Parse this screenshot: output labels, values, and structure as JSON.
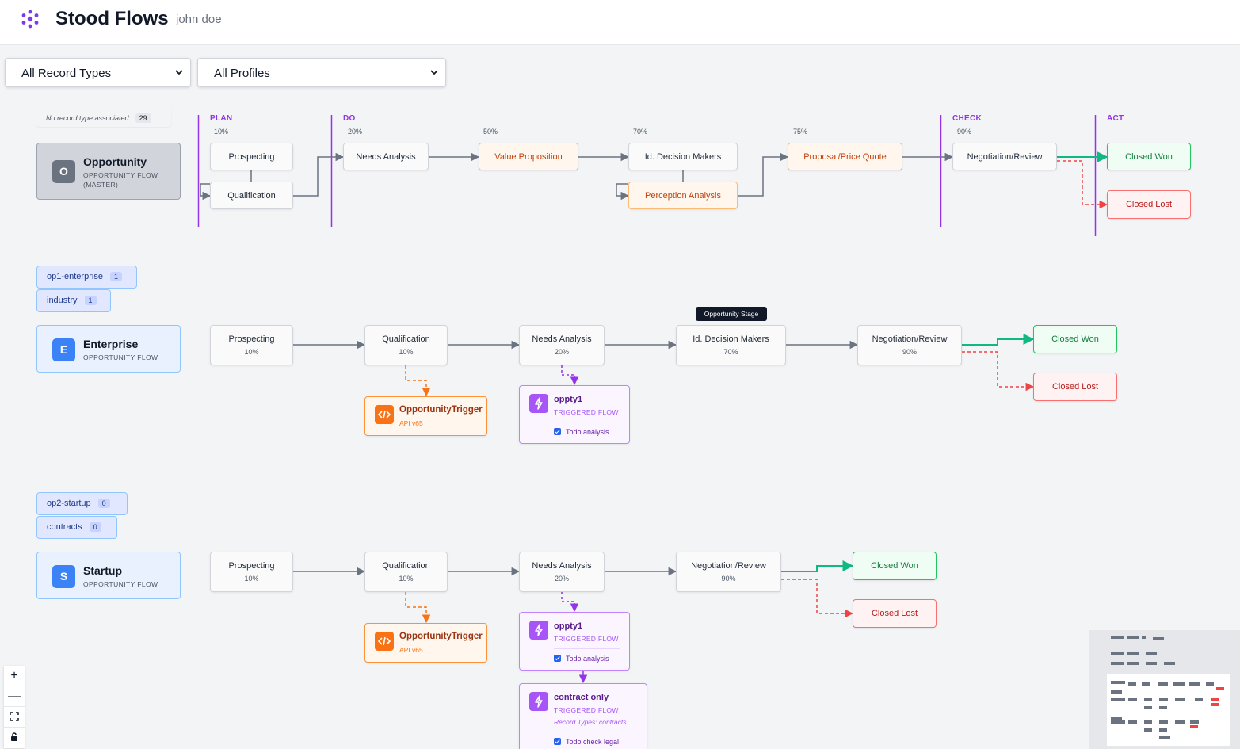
{
  "header": {
    "app_title": "Stood Flows",
    "user": "john doe",
    "logo_icon": "flower-network-icon"
  },
  "filters": {
    "record_types": {
      "selected": "All Record Types"
    },
    "profiles": {
      "selected": "All Profiles"
    }
  },
  "phases": [
    "PLAN",
    "DO",
    "CHECK",
    "ACT"
  ],
  "master": {
    "no_type_label": "No record type associated",
    "no_type_count": "29",
    "card": {
      "badge": "O",
      "name": "Opportunity",
      "sub": "OPPORTUNITY FLOW (MASTER)"
    },
    "percentages": [
      "10%",
      "20%",
      "50%",
      "70%",
      "75%",
      "90%"
    ],
    "stages": {
      "prospecting": "Prospecting",
      "qualification": "Qualification",
      "needs": "Needs Analysis",
      "value": "Value Proposition",
      "decision": "Id. Decision Makers",
      "perception": "Perception Analysis",
      "proposal": "Proposal/Price Quote",
      "negotiation": "Negotiation/Review",
      "won": "Closed Won",
      "lost": "Closed Lost"
    }
  },
  "enterprise": {
    "tags": [
      {
        "label": "op1-enterprise",
        "count": "1"
      },
      {
        "label": "industry",
        "count": "1"
      }
    ],
    "card": {
      "badge": "E",
      "name": "Enterprise",
      "sub": "OPPORTUNITY FLOW"
    },
    "stages": [
      {
        "label": "Prospecting",
        "pct": "10%"
      },
      {
        "label": "Qualification",
        "pct": "10%"
      },
      {
        "label": "Needs Analysis",
        "pct": "20%"
      },
      {
        "label": "Id. Decision Makers",
        "pct": "70%"
      },
      {
        "label": "Negotiation/Review",
        "pct": "90%"
      }
    ],
    "won": "Closed Won",
    "lost": "Closed Lost",
    "tooltip": "Opportunity Stage",
    "trigger": {
      "name": "OpportunityTrigger",
      "sub": "API v65"
    },
    "flow": {
      "name": "oppty1",
      "sub": "TRIGGERED FLOW",
      "todo": "Todo analysis"
    }
  },
  "startup": {
    "tags": [
      {
        "label": "op2-startup",
        "count": "0"
      },
      {
        "label": "contracts",
        "count": "0"
      }
    ],
    "card": {
      "badge": "S",
      "name": "Startup",
      "sub": "OPPORTUNITY FLOW"
    },
    "stages": [
      {
        "label": "Prospecting",
        "pct": "10%"
      },
      {
        "label": "Qualification",
        "pct": "10%"
      },
      {
        "label": "Needs Analysis",
        "pct": "20%"
      },
      {
        "label": "Negotiation/Review",
        "pct": "90%"
      }
    ],
    "won": "Closed Won",
    "lost": "Closed Lost",
    "trigger": {
      "name": "OpportunityTrigger",
      "sub": "API v65"
    },
    "flow": {
      "name": "oppty1",
      "sub": "TRIGGERED FLOW",
      "todo": "Todo analysis"
    },
    "flow2": {
      "name": "contract only",
      "sub": "TRIGGERED FLOW",
      "record_types": "Record Types: contracts",
      "todo": "Todo check legal"
    }
  },
  "controls": {
    "zoom_in": "+",
    "zoom_out": "—"
  },
  "colors": {
    "accent": "#9333ea",
    "won": "#22c55e",
    "lost": "#ef4444",
    "trigger": "#f97316",
    "flow": "#a855f7",
    "card": "#3b82f6"
  }
}
